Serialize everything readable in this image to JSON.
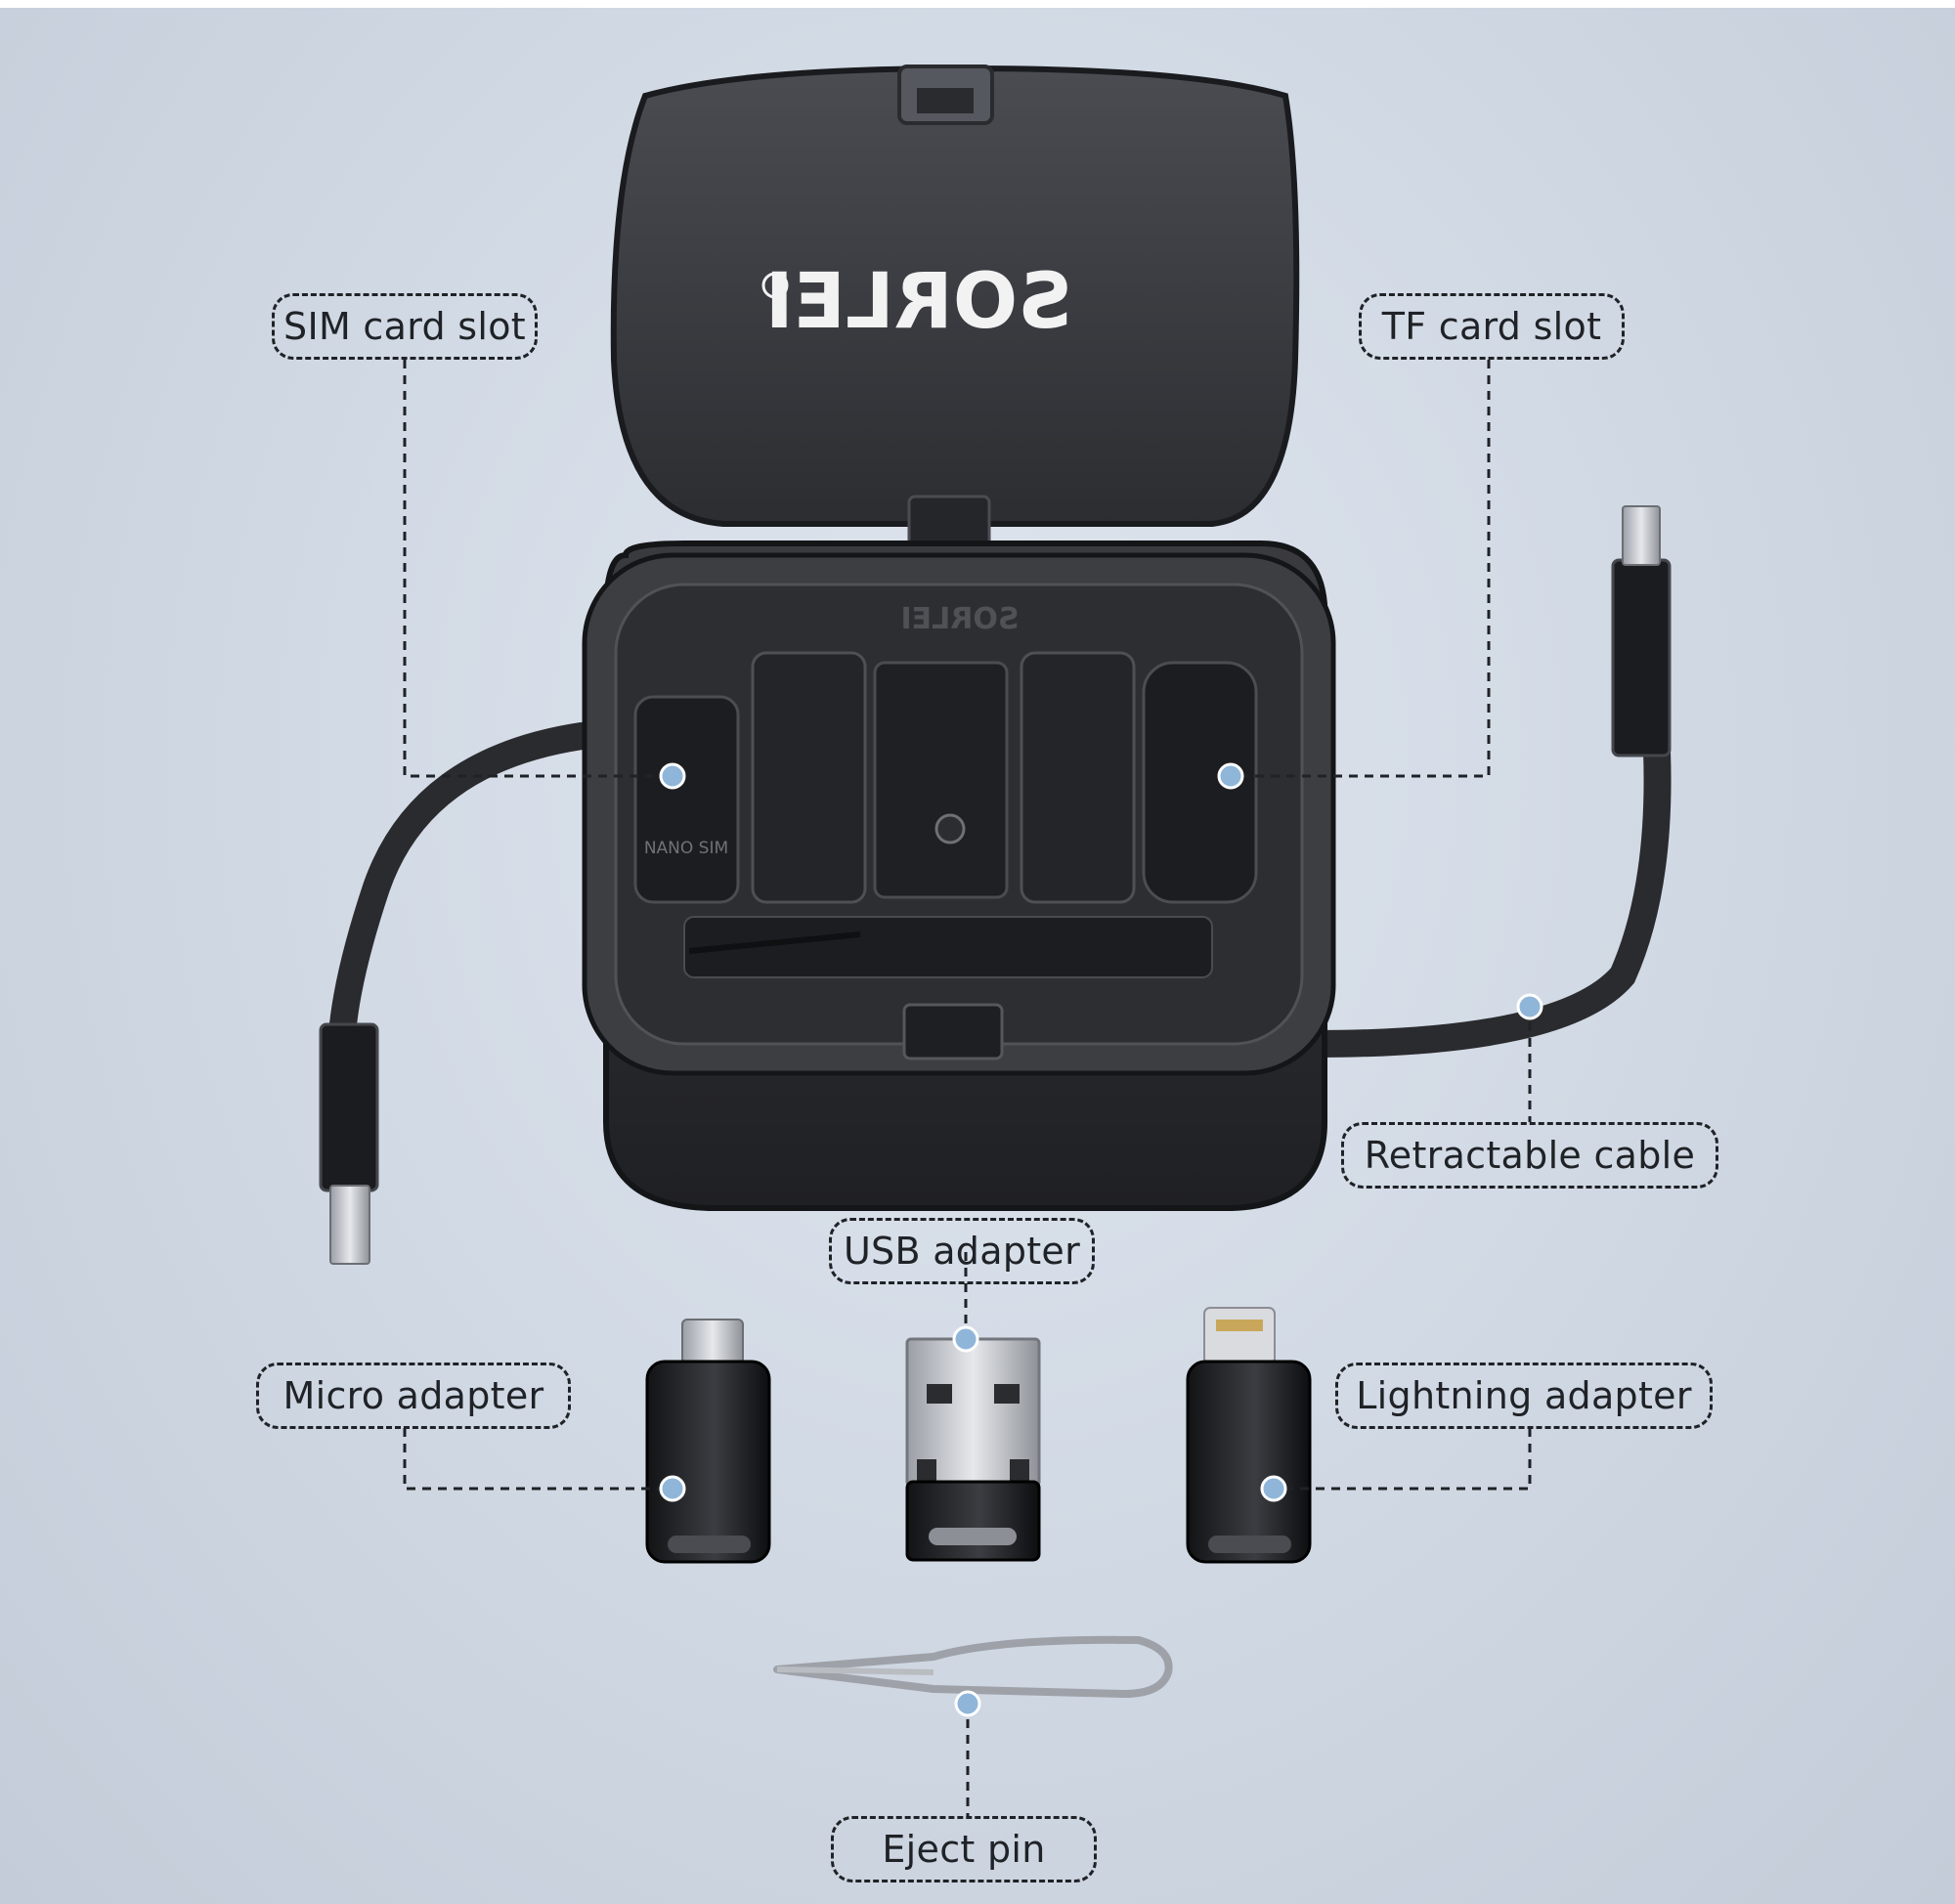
{
  "brand": {
    "logo_text": "SORLEI"
  },
  "tray": {
    "sim_tray_text": "NANO SIM"
  },
  "callouts": {
    "sim_card_slot": "SIM card slot",
    "tf_card_slot": "TF card slot",
    "retractable_cable": "Retractable cable",
    "usb_adapter": "USB adapter",
    "micro_adapter": "Micro adapter",
    "lightning_adapter": "Lightning adapter",
    "eject_pin": "Eject pin"
  },
  "colors": {
    "background": "#d2dae5",
    "case": "#2f3033",
    "lid": "#3a3c42",
    "marker_dot": "#8fb6d9",
    "leader_line": "#1f2226"
  }
}
